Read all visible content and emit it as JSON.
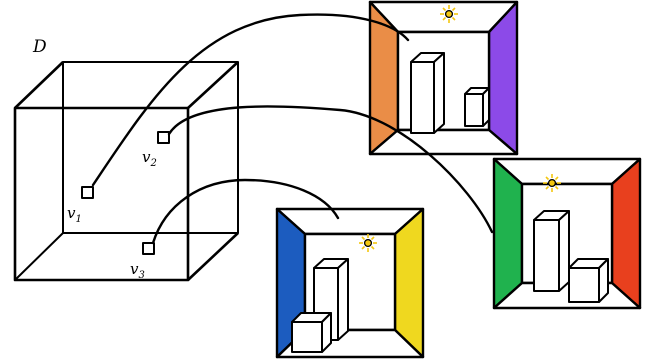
{
  "domain_label": "D",
  "vertices": [
    {
      "name": "v",
      "sub": "1"
    },
    {
      "name": "v",
      "sub": "2"
    },
    {
      "name": "v",
      "sub": "3"
    }
  ],
  "colors": {
    "line": "#000000",
    "background": "#ffffff",
    "room1_left_wall": "#ea8d47",
    "room1_right_wall": "#8c4ae8",
    "room2_left_wall": "#1c5cbf",
    "room2_right_wall": "#efd81f",
    "room3_left_wall": "#20b24e",
    "room3_right_wall": "#e8401e",
    "sun_fill": "#f4c70f",
    "sun_rays": "#f4c70f"
  },
  "icons": [
    "sun-icon",
    "cube-icon",
    "room-icon"
  ]
}
